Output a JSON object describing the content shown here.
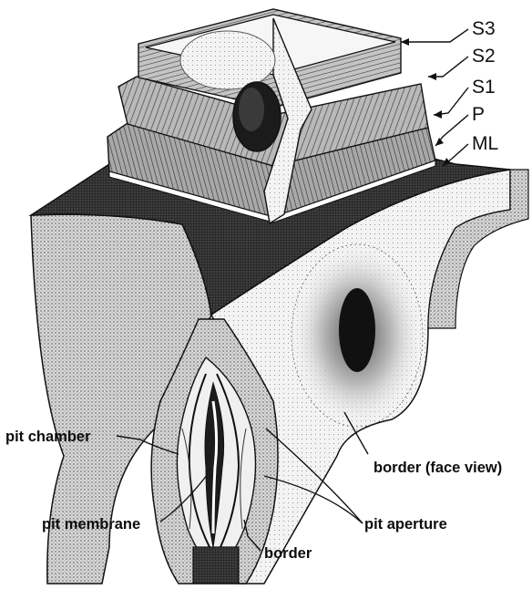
{
  "layer_labels": {
    "s3": "S3",
    "s2": "S2",
    "s1": "S1",
    "p": "P",
    "ml": "ML"
  },
  "callouts": {
    "pit_chamber": "pit chamber",
    "pit_membrane": "pit membrane",
    "border": "border",
    "pit_aperture": "pit aperture",
    "border_face_view": "border (face view)"
  },
  "colors": {
    "ink": "#111111",
    "paper": "#ffffff",
    "dark_layer": "#1e1e1e",
    "mid_stipple": "#9a9a9a",
    "light_face": "#ededed"
  }
}
